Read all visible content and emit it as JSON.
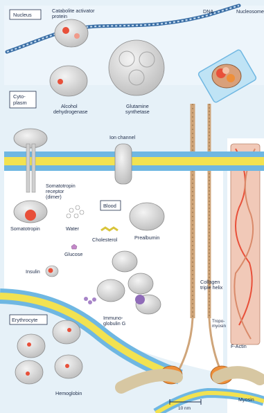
{
  "labels": {
    "nucleus": "Nucleus",
    "catabolite_1": "Catabolite activator",
    "catabolite_2": "protein",
    "dna": "DNA",
    "nucleosome": "Nucleosome",
    "cytoplasm_1": "Cyto-",
    "cytoplasm_2": "plasm",
    "alcohol_1": "Alcohol",
    "alcohol_2": "dehydrogenase",
    "glutamine_1": "Glutamine",
    "glutamine_2": "synthetase",
    "ion_channel": "Ion channel",
    "somatotropin_receptor_1": "Somatotropin",
    "somatotropin_receptor_2": "receptor",
    "somatotropin_receptor_3": "(dimer)",
    "blood": "Blood",
    "somatotropin": "Somatotropin",
    "water": "Water",
    "cholesterol": "Cholesterol",
    "prealbumin": "Prealbumin",
    "glucose": "Glucose",
    "insulin": "Insulin",
    "collagen_1": "Collagen",
    "collagen_2": "triple helix",
    "erythrocyte": "Erythrocyte",
    "immunoglobulin_1": "Immuno-",
    "immunoglobulin_2": "globulin G",
    "tropomyosin_1": "Tropo-",
    "tropomyosin_2": "myosin",
    "f_actin": "F-Actin",
    "hemoglobin": "Hemoglobin",
    "scale_bar": "10 nm",
    "myosin": "Myosin"
  },
  "colors": {
    "cytoplasm_bg": "#e6f1f8",
    "blood_bg": "#ffffff",
    "membrane_blue": "#6fb7e2",
    "membrane_yellow": "#f2e251",
    "protein_gray": "#dcdcdc",
    "protein_outline": "#8c8c8c",
    "highlight_red": "#e8503a",
    "highlight_orange": "#ee8f3a",
    "dna_blue": "#3a6ea5",
    "collagen_tan": "#cfa57a",
    "actin_pink": "#e8b3a1",
    "label_navy": "#1f2d4a"
  }
}
